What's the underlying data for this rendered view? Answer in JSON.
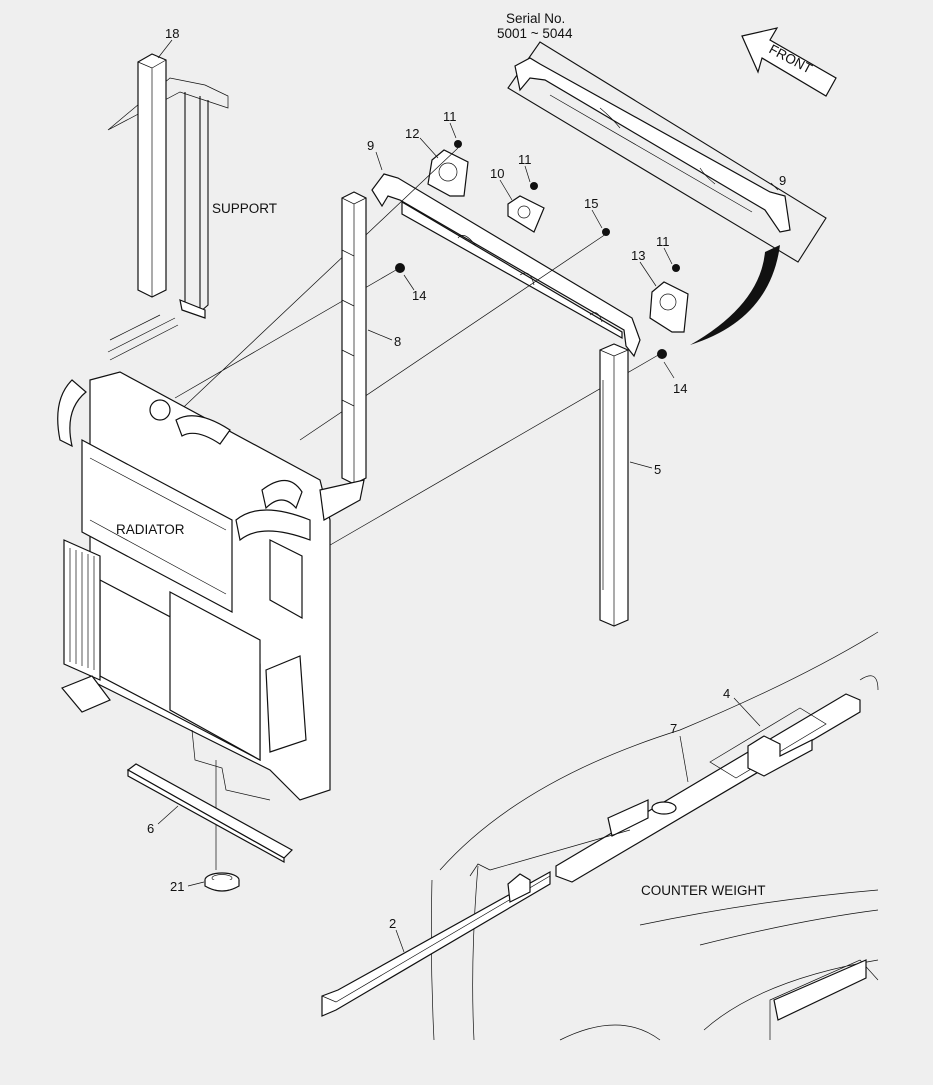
{
  "serial": {
    "line1": "Serial No.",
    "line2": "5001 ~ 5044"
  },
  "front_label": "FRONT",
  "captions": {
    "support": "SUPPORT",
    "radiator": "RADIATOR",
    "counter_weight": "COUNTER WEIGHT"
  },
  "callouts": {
    "c18": "18",
    "c11a": "11",
    "c12": "12",
    "c9a": "9",
    "c10": "10",
    "c11b": "11",
    "c15": "15",
    "c9b": "9",
    "c11c": "11",
    "c13": "13",
    "c14a": "14",
    "c14b": "14",
    "c8": "8",
    "c5": "5",
    "c4": "4",
    "c7": "7",
    "c6": "6",
    "c21": "21",
    "c2": "2"
  }
}
